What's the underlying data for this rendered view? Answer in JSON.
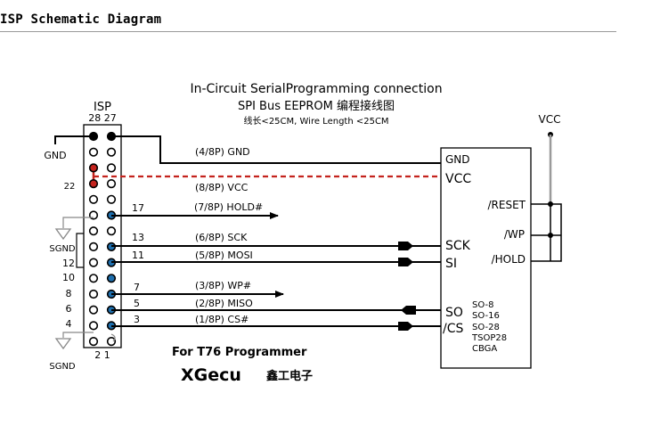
{
  "page": {
    "title": "ISP Schematic Diagram"
  },
  "diagram": {
    "heading": "In-Circuit SerialProgramming connection",
    "subheading": "SPI Bus EEPROM 编程接线图",
    "wire_length": "线长<25CM, Wire Length <25CM",
    "isp": {
      "label": "ISP",
      "top_pin_numbers": "28 27",
      "bottom_pin_numbers": "2   1",
      "left_labels": {
        "gnd": "GND",
        "p22": "22",
        "sgnd_top": "SGND",
        "p12": "12",
        "p10": "10",
        "p8": "8",
        "p6": "6",
        "p4": "4",
        "sgnd_bottom": "SGND"
      },
      "right_pin_numbers": {
        "p17": "17",
        "p13": "13",
        "p11": "11",
        "p7": "7",
        "p5": "5",
        "p3": "3"
      }
    },
    "signals": {
      "gnd": "(4/8P) GND",
      "vcc": "(8/8P) VCC",
      "hold": "(7/8P) HOLD#",
      "sck": "(6/8P) SCK",
      "mosi": "(5/8P) MOSI",
      "wp": "(3/8P) WP#",
      "miso": "(2/8P) MISO",
      "cs": "(1/8P) CS#"
    },
    "chip": {
      "pins": {
        "gnd": "GND",
        "vcc": "VCC",
        "reset": "/RESET",
        "wp": "/WP",
        "hold": "/HOLD",
        "sck": "SCK",
        "si": "SI",
        "so": "SO",
        "cs": "/CS"
      },
      "packages": [
        "SO-8",
        "SO-16",
        "SO-28",
        "TSOP28",
        "CBGA"
      ]
    },
    "vcc_supply": "VCC",
    "programmer": "For T76 Programmer",
    "brand": {
      "latin": "XGecu",
      "cjk": "鑫工电子"
    },
    "colors": {
      "pin_blue": "#1e6fae",
      "pin_red": "#c4231d",
      "vcc_dash": "#c4231d",
      "ink": "#000000",
      "grey_wire": "#9a9a9a"
    }
  }
}
